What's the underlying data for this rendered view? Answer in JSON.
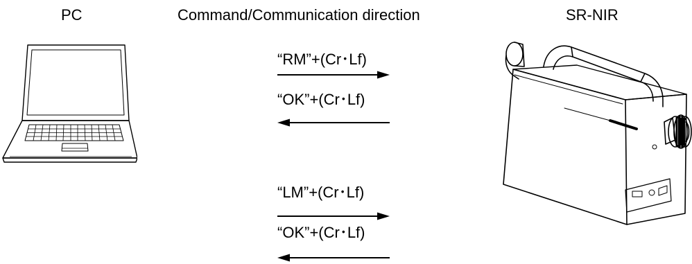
{
  "headings": {
    "pc": "PC",
    "direction": "Command/Communication direction",
    "device": "SR-NIR"
  },
  "messages": [
    {
      "text": "“RM”+(Cr･Lf)",
      "direction": "pc-to-device"
    },
    {
      "text": "“OK”+(Cr･Lf)",
      "direction": "device-to-pc"
    },
    {
      "text": "“LM”+(Cr･Lf)",
      "direction": "pc-to-device"
    },
    {
      "text": "“OK”+(Cr･Lf)",
      "direction": "device-to-pc"
    }
  ],
  "icons": {
    "pc": "laptop-icon",
    "device": "spectroradiometer-icon"
  },
  "colors": {
    "line": "#000000",
    "background": "#ffffff"
  }
}
